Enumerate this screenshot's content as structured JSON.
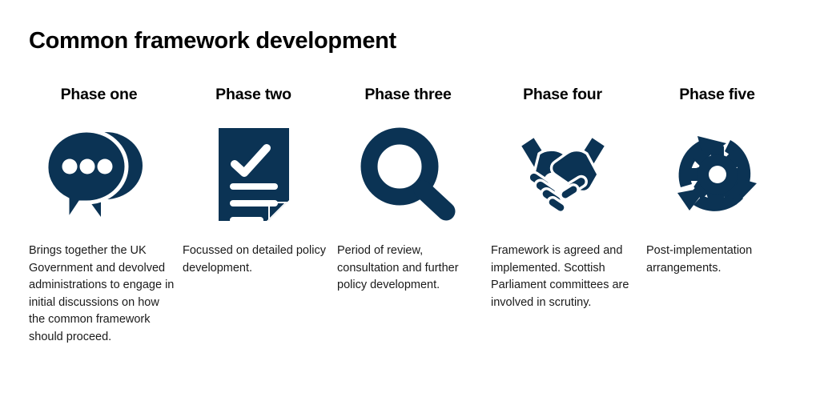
{
  "title": "Common framework development",
  "theme": {
    "background": "#ffffff",
    "title_color": "#000000",
    "heading_color": "#000000",
    "body_color": "#1a1a1a",
    "icon_navy": "#0b3354"
  },
  "phases": [
    {
      "heading": "Phase one",
      "icon": "speech-bubbles-icon",
      "description": "Brings together the UK Government and devolved administrations to engage in initial discussions on how the common framework should proceed."
    },
    {
      "heading": "Phase two",
      "icon": "document-checklist-icon",
      "description": "Focussed on detailed policy development."
    },
    {
      "heading": "Phase three",
      "icon": "magnifying-glass-icon",
      "description": "Period of review, consultation and further policy development."
    },
    {
      "heading": "Phase four",
      "icon": "handshake-icon",
      "description": "Framework is agreed and implemented. Scottish Parliament committees are involved in scrutiny."
    },
    {
      "heading": "Phase five",
      "icon": "recycle-gear-icon",
      "description": "Post-implementation arrangements."
    }
  ]
}
